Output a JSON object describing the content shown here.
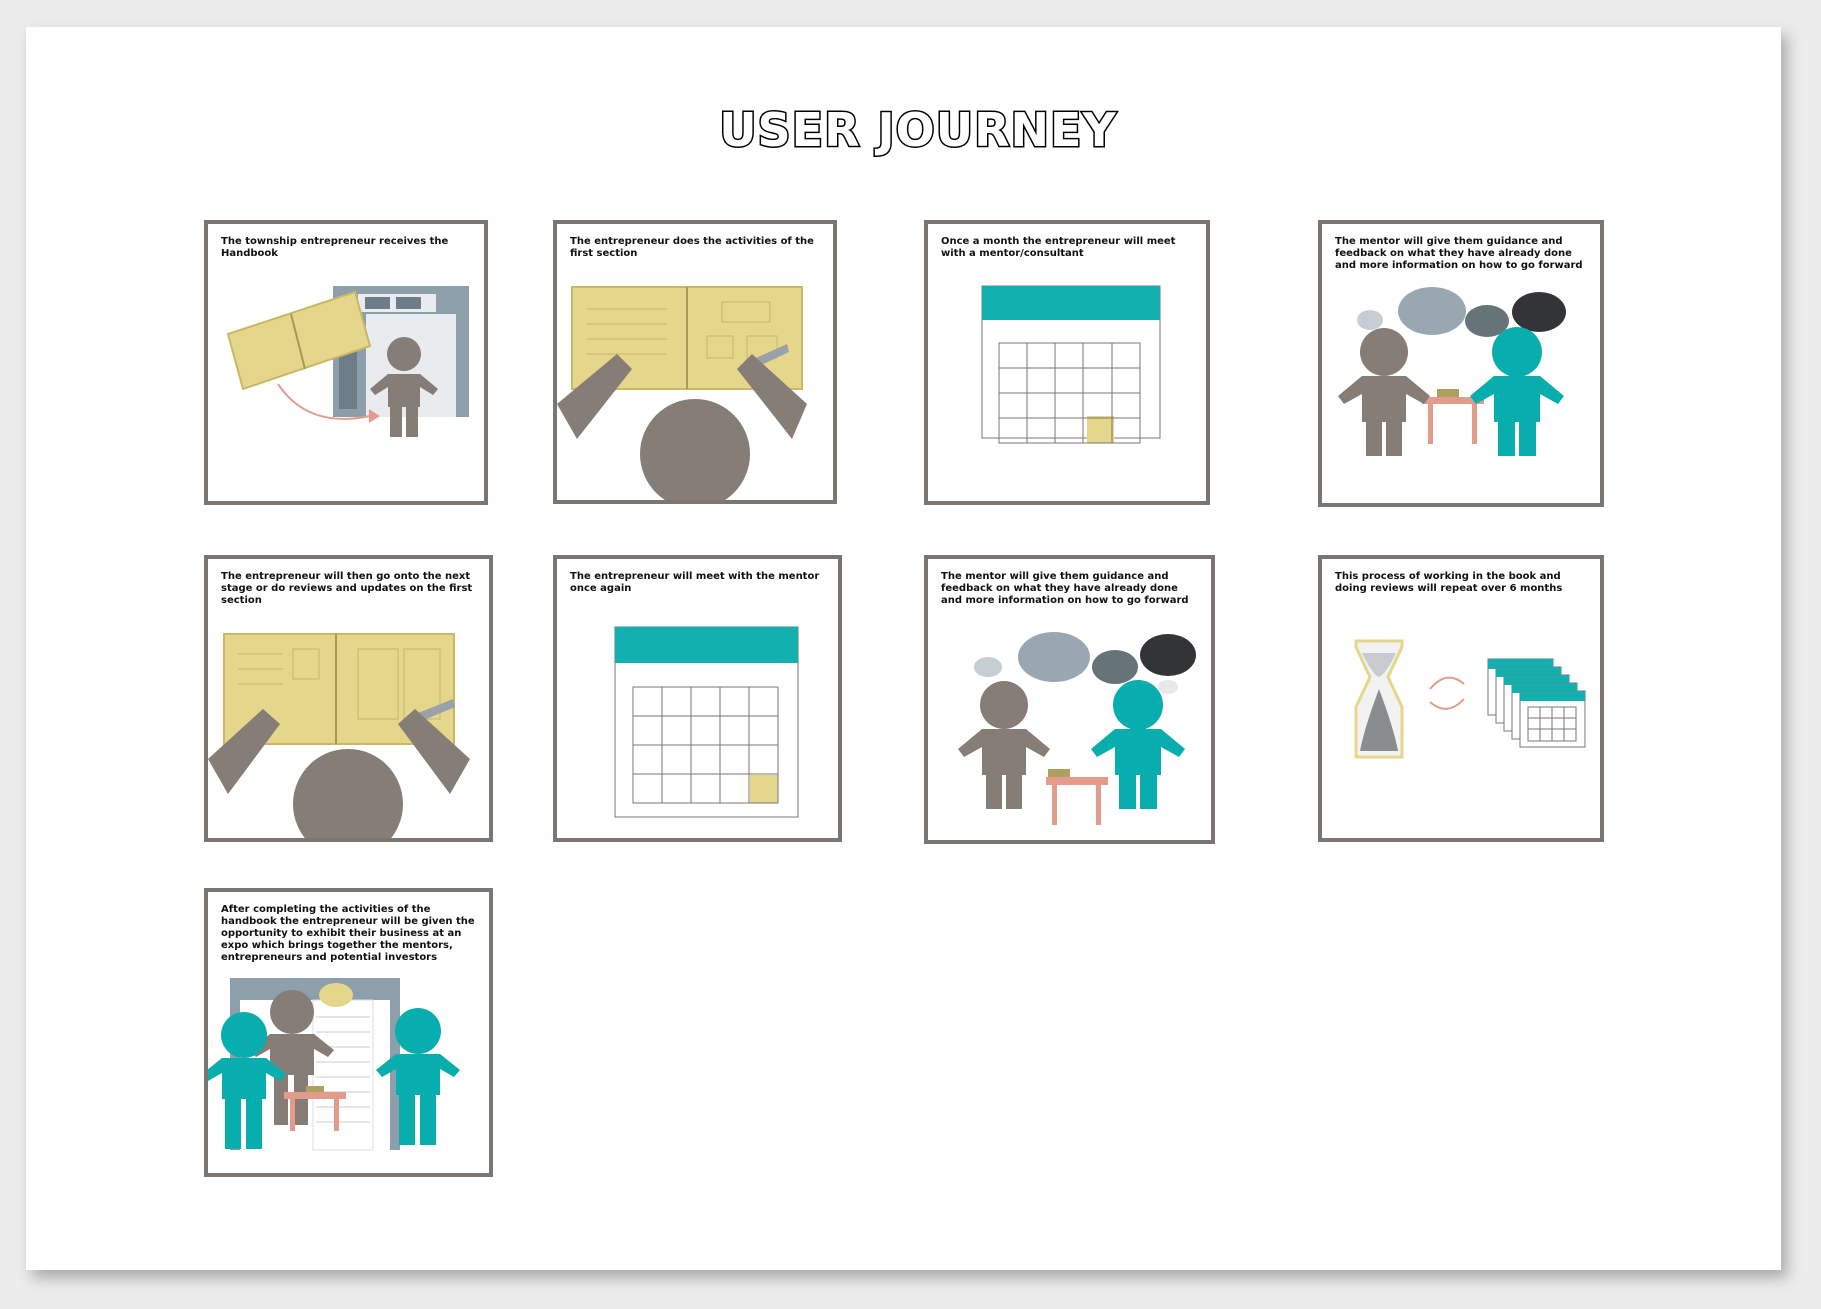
{
  "title": "USER JOURNEY",
  "colors": {
    "person_grey": "#857d76",
    "person_teal": "#08adad",
    "book_yellow": "#e4d68b",
    "calendar_header": "#13b0b0",
    "table_pink": "#e39c8b",
    "panel_border": "#7b7671"
  },
  "steps": [
    {
      "caption": "The township entrepreneur receives the Handbook"
    },
    {
      "caption": "The entrepreneur does the activities of the first section"
    },
    {
      "caption": "Once a month the entrepreneur will meet with a mentor/consultant"
    },
    {
      "caption": "The mentor will give them guidance and feedback on what they have already done and more information on how to go forward"
    },
    {
      "caption": "The entrepreneur will then go onto the next stage or do reviews and updates on the first section"
    },
    {
      "caption": "The entrepreneur will meet with the mentor once again"
    },
    {
      "caption": "The mentor will give them guidance and feedback on what they have already done and more information on how to go forward"
    },
    {
      "caption": "This process of working in the book and doing reviews will repeat over 6 months"
    },
    {
      "caption": "After completing the activities of the handbook the entrepreneur will be given the opportunity to exhibit their business at an expo which brings together the mentors, entrepreneurs and potential investors"
    }
  ]
}
